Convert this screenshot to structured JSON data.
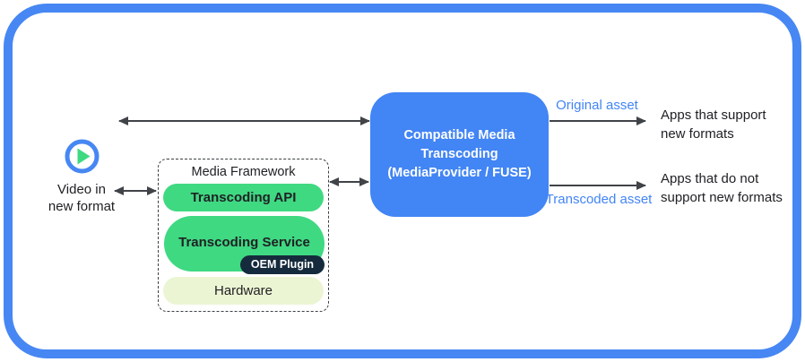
{
  "colors": {
    "frame_border": "#4787f3",
    "transcoder_box": "#4285f4",
    "layer_green": "#3fd982",
    "oem_navy": "#152b3d",
    "hardware_light": "#ecf5d3",
    "arrow_gray": "#404347",
    "asset_label_blue": "#4285f4"
  },
  "source": {
    "icon": "play-icon",
    "label": "Video in\nnew format"
  },
  "framework": {
    "title": "Media Framework",
    "layers": [
      {
        "label": "Transcoding API"
      },
      {
        "label": "Transcoding Service",
        "sublabel": "OEM Plugin"
      },
      {
        "label": "Hardware"
      }
    ]
  },
  "transcoder": {
    "label": "Compatible Media\nTranscoding\n(MediaProvider / FUSE)"
  },
  "outputs": [
    {
      "asset_label": "Original asset",
      "target": "Apps that support\nnew formats"
    },
    {
      "asset_label": "Transcoded asset",
      "target": "Apps that do not\nsupport new formats"
    }
  ]
}
